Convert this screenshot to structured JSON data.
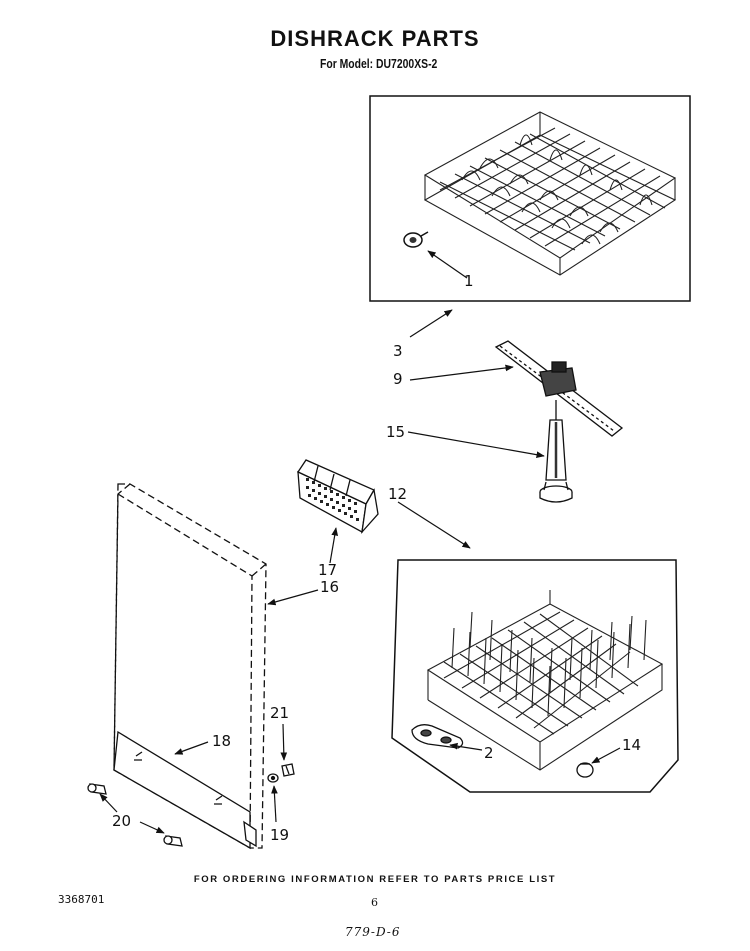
{
  "header": {
    "title": "DISHRACK PARTS",
    "model_line": "For Model: DU7200XS-2"
  },
  "callouts": {
    "c1": "1",
    "c2": "2",
    "c3": "3",
    "c9": "9",
    "c12": "12",
    "c14": "14",
    "c15": "15",
    "c16": "16",
    "c17": "17",
    "c18": "18",
    "c19": "19",
    "c20": "20",
    "c21": "21"
  },
  "footer": {
    "ordering_note": "FOR ORDERING INFORMATION REFER TO PARTS PRICE LIST",
    "doc_number": "3368701",
    "page_number": "6",
    "handwritten_note": "779-D-6"
  }
}
